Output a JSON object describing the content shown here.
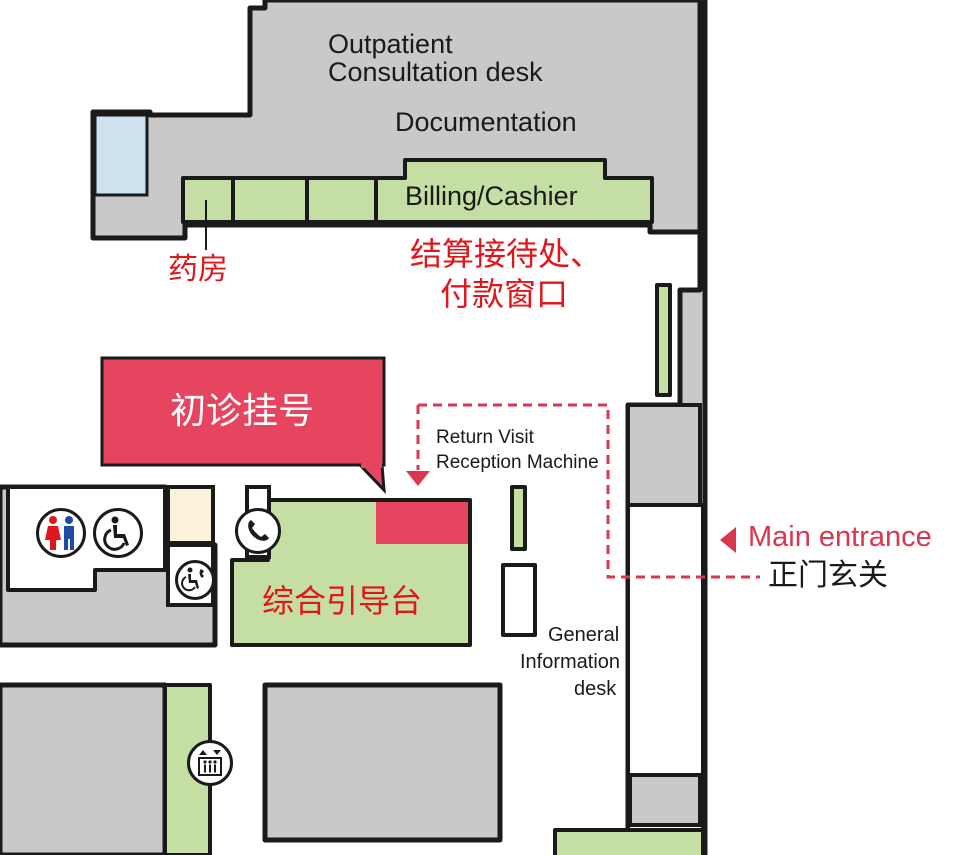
{
  "labels": {
    "outpatient_desk": "Outpatient\nConsultation desk",
    "documentation": "Documentation",
    "billing": "Billing/Cashier",
    "pharmacy_cn": "药房",
    "billing_cn_line1": "结算接待处、",
    "billing_cn_line2": "付款窗口",
    "first_visit_cn": "初诊挂号",
    "return_visit_line1": "Return Visit",
    "return_visit_line2": "Reception Machine",
    "main_entrance": "Main entrance",
    "main_entrance_cn": "正门玄关",
    "general_info_line1": "General",
    "general_info_line2": "Information",
    "general_info_line3": "desk",
    "general_guidance_cn": "综合引导台"
  },
  "icons": [
    "restroom-icon",
    "wheelchair-icon",
    "telephone-icon",
    "accessible-phone-icon",
    "elevator-icon"
  ],
  "colors": {
    "wall": "#c9c9c9",
    "counter": "#c5dea3",
    "accent_red": "#e0161b",
    "callout": "#e64560",
    "window_blue": "#cfe2f0",
    "cream": "#fcf1da"
  }
}
